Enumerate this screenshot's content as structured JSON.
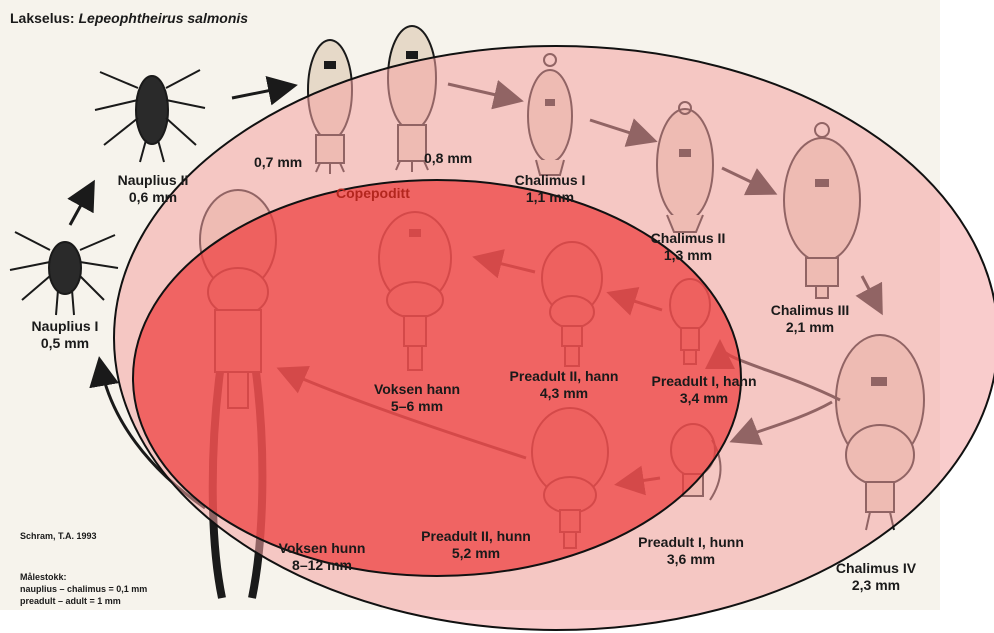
{
  "title_prefix": "Lakselus: ",
  "title_species": "Lepeophtheirus salmonis",
  "stages": {
    "nauplius1": {
      "name": "Nauplius I",
      "size": "0,5 mm"
    },
    "nauplius2": {
      "name": "Nauplius II",
      "size": "0,6 mm"
    },
    "copepodit": {
      "name": "Copepoditt",
      "size_a": "0,7 mm",
      "size_b": "0,8 mm"
    },
    "chalimus1": {
      "name": "Chalimus I",
      "size": "1,1 mm"
    },
    "chalimus2": {
      "name": "Chalimus II",
      "size": "1,3 mm"
    },
    "chalimus3": {
      "name": "Chalimus III",
      "size": "2,1 mm"
    },
    "chalimus4": {
      "name": "Chalimus IV",
      "size": "2,3 mm"
    },
    "preadult1_hann": {
      "name": "Preadult I, hann",
      "size": "3,4 mm"
    },
    "preadult1_hunn": {
      "name": "Preadult I, hunn",
      "size": "3,6 mm"
    },
    "preadult2_hann": {
      "name": "Preadult II, hann",
      "size": "4,3 mm"
    },
    "preadult2_hunn": {
      "name": "Preadult II, hunn",
      "size": "5,2 mm"
    },
    "voksen_hann": {
      "name": "Voksen hann",
      "size": "5–6 mm"
    },
    "voksen_hunn": {
      "name": "Voksen hunn",
      "size": "8–12 mm"
    }
  },
  "footer": {
    "source": "Schram, T.A. 1993",
    "scale_heading": "Målestokk:",
    "scale_line1": "nauplius – chalimus = 0,1 mm",
    "scale_line2": "preadult – adult = 1 mm"
  },
  "colors": {
    "outer_ellipse": "#f5a3a3",
    "inner_ellipse": "#ef4a4a",
    "ink": "#1a1a1a",
    "body_fill": "#e6d9c8"
  }
}
